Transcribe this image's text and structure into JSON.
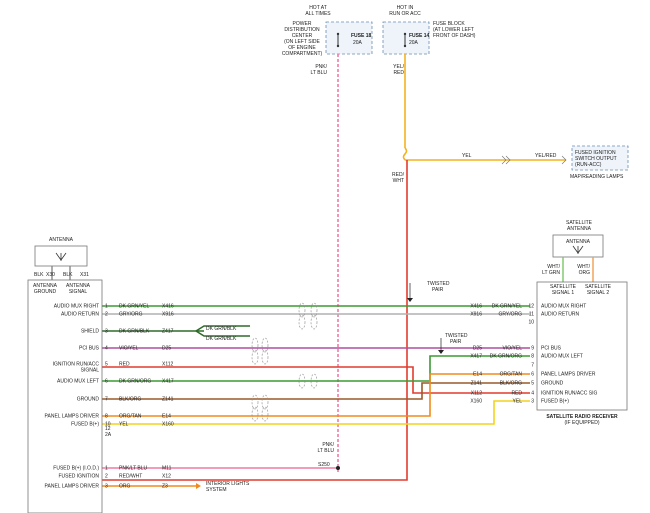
{
  "colors": {
    "green": "#3c9a33",
    "red": "#e23b2e",
    "yellow": "#f3d21f",
    "violet": "#b24fa0",
    "pink": "#f07aa6",
    "brown": "#9a5a2a",
    "orange": "#f08a1d",
    "gray": "#b0b0b0"
  },
  "power": {
    "hot_all": [
      "HOT AT",
      "ALL TIMES"
    ],
    "hot_run": [
      "HOT IN",
      "RUN OR ACC"
    ],
    "pdc_label": [
      "POWER",
      "DISTRIBUTION",
      "CENTER",
      "(ON LEFT SIDE",
      "OF ENGINE",
      "COMPARTMENT)"
    ],
    "fuse18": [
      "FUSE 18",
      "20A"
    ],
    "fuse14": [
      "FUSE 14",
      "20A"
    ],
    "fuse_block_label": [
      "FUSE BLOCK",
      "(AT LOWER LEFT",
      "FRONT OF DASH)"
    ],
    "wire_pink_top": [
      "PNK/",
      "LT BLU"
    ],
    "wire_yel_red": [
      "YEL/",
      "RED"
    ],
    "wire_red_wht": [
      "RED/",
      "WHT"
    ],
    "yel_label": "YEL",
    "yel_red_label": "YEL/RED",
    "fused_ign": [
      "FUSED IGNITION",
      "SWITCH OUTPUT",
      "(RUN-ACC)"
    ],
    "map_lamps": "MAP/READING LAMPS"
  },
  "antenna_left": {
    "title": "ANTENNA",
    "pins": [
      "BLK",
      "X30",
      "BLK",
      "X31"
    ],
    "labels": [
      "ANTENNA",
      "GROUND",
      "ANTENNA",
      "SIGNAL"
    ]
  },
  "antenna_right": {
    "title": [
      "SATELLITE",
      "ANTENNA"
    ],
    "box_label": "ANTENNA",
    "wire1": [
      "WHT/",
      "LT GRN"
    ],
    "wire2": [
      "WHT/",
      "ORG"
    ],
    "sig1": [
      "SATELLITE",
      "SIGNAL 1"
    ],
    "sig2": [
      "SATELLITE",
      "SIGNAL 2"
    ]
  },
  "left_rows": [
    {
      "label": "AUDIO MUX RIGHT",
      "pin": "1",
      "wire": "DK GRN/YEL",
      "circuit": "X416"
    },
    {
      "label": "AUDIO RETURN",
      "pin": "2",
      "wire": "GRY/ORG",
      "circuit": "X916"
    },
    {
      "label": "SHIELD",
      "pin": "3",
      "wire": "DK GRN/BLK",
      "circuit": "Z417"
    },
    {
      "label": "PCI BUS",
      "pin": "4",
      "wire": "VIO/YEL",
      "circuit": "D25"
    },
    {
      "label": "IGNITION RUN/ACC",
      "pin": "5",
      "wire": "RED",
      "circuit": "X112"
    },
    {
      "label": "SIGNAL",
      "pin": "",
      "wire": "",
      "circuit": ""
    },
    {
      "label": "AUDIO MUX LEFT",
      "pin": "6",
      "wire": "DK GRN/ORG",
      "circuit": "X417"
    },
    {
      "label": "GROUND",
      "pin": "7",
      "wire": "BLK/ORG",
      "circuit": "Z141"
    },
    {
      "label": "PANEL LAMPS DRIVER",
      "pin": "8",
      "wire": "ORG/TAN",
      "circuit": "E14"
    },
    {
      "label": "FUSED B(+)",
      "pin": "10",
      "wire": "YEL",
      "circuit": "X160"
    }
  ],
  "left_extra": {
    "pin_sub": [
      "12",
      "2A"
    ],
    "shield_wire_a": "DK GRN/BLK",
    "shield_wire_b": "DK GRN/BLK"
  },
  "bottom_rows": [
    {
      "label": "FUSED B(+) (I.O.D.)",
      "pin": "1",
      "wire": "PNK/LT BLU",
      "circuit": "M11"
    },
    {
      "label": "FUSED IGNITION",
      "pin": "2",
      "wire": "RED/WHT",
      "circuit": "X12"
    },
    {
      "label": "PANEL LAMPS DRIVER",
      "pin": "3",
      "wire": "ORG",
      "circuit": "Z3"
    }
  ],
  "bottom_extra": {
    "pink_label": [
      "PNK/",
      "LT BLU"
    ],
    "splice": "S250",
    "interior_lights": [
      "INTERIOR LIGHTS",
      "SYSTEM"
    ]
  },
  "twisted": {
    "pair1": [
      "TWISTED",
      "PAIR"
    ],
    "pair2": [
      "TWISTED",
      "PAIR"
    ]
  },
  "right_rows": [
    {
      "label": "AUDIO MUX RIGHT",
      "pin": "12",
      "wire": "DK GRN/YEL",
      "circuit": "X416"
    },
    {
      "label": "AUDIO RETURN",
      "pin": "11",
      "wire": "GRY/ORG",
      "circuit": "X916"
    },
    {
      "label": "",
      "pin": "10",
      "wire": "",
      "circuit": ""
    },
    {
      "label": "PCI BUS",
      "pin": "9",
      "wire": "VIO/YEL",
      "circuit": "D25"
    },
    {
      "label": "AUDIO MUX LEFT",
      "pin": "8",
      "wire": "DK GRN/ORG",
      "circuit": "X417"
    },
    {
      "label": "",
      "pin": "7",
      "wire": "",
      "circuit": ""
    },
    {
      "label": "PANEL LAMPS DRIVER",
      "pin": "6",
      "wire": "ORG/TAN",
      "circuit": "E14"
    },
    {
      "label": "GROUND",
      "pin": "5",
      "wire": "BLK/ORG",
      "circuit": "Z141"
    },
    {
      "label": "IGNITION RUN/ACC SIG",
      "pin": "4",
      "wire": "RED",
      "circuit": "X112"
    },
    {
      "label": "FUSED B(+)",
      "pin": "3",
      "wire": "YEL",
      "circuit": "X160"
    }
  ],
  "receiver": {
    "name": "SATELLITE RADIO RECEIVER",
    "note": "(IF EQUIPPED)"
  }
}
